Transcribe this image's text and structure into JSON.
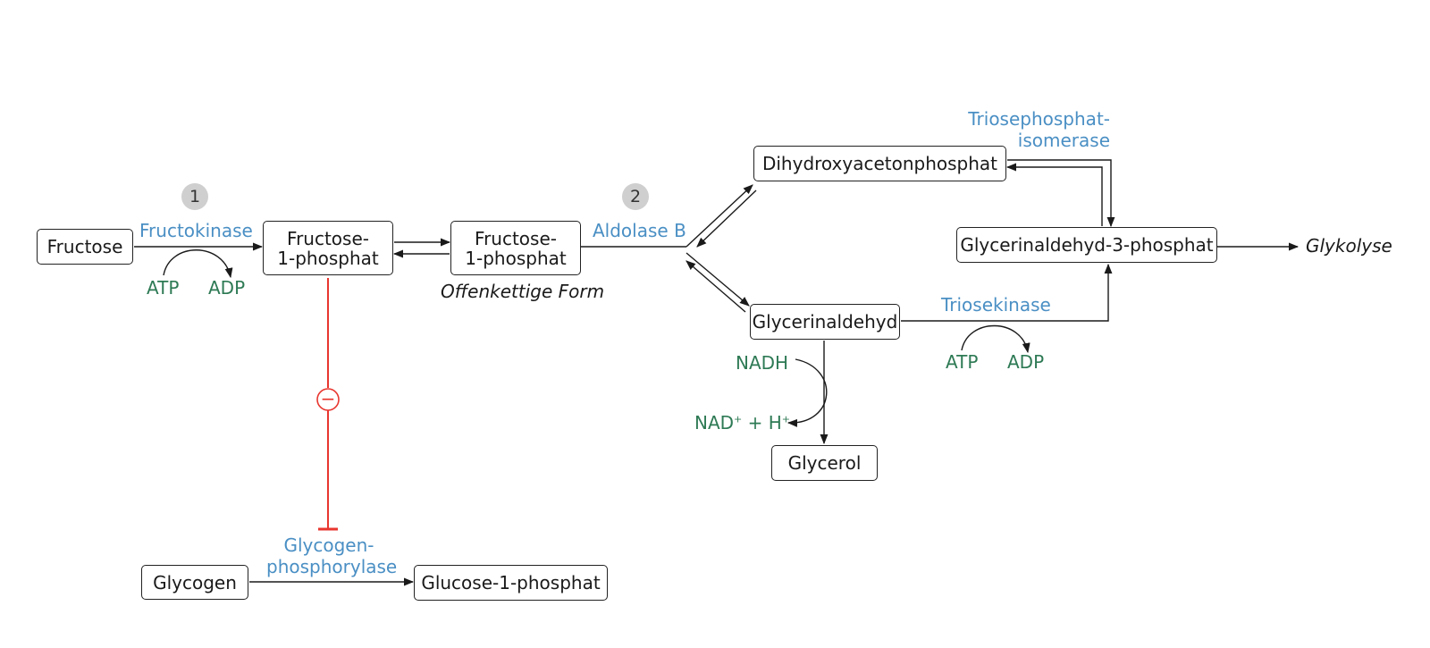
{
  "nodes": {
    "fructose": "Fructose",
    "f1p_line1": "Fructose-",
    "f1p_line2": "1-phosphat",
    "f1p_open_line1": "Fructose-",
    "f1p_open_line2": "1-phosphat",
    "open_form": "Offenkettige Form",
    "dhap": "Dihydroxyacetonphosphat",
    "gap": "Glycerinaldehyd-3-phosphat",
    "glyceraldehyde": "Glycerinaldehyd",
    "glycerol": "Glycerol",
    "glycogen": "Glycogen",
    "g1p": "Glucose-1-phosphat",
    "glycolysis": "Glykolyse"
  },
  "enzymes": {
    "fructokinase": "Fructokinase",
    "aldolase_b": "Aldolase B",
    "tpi_line1": "Triosephosphat-",
    "tpi_line2": "isomerase",
    "triosekinase": "Triosekinase",
    "gp_line1": "Glycogen-",
    "gp_line2": "phosphorylase"
  },
  "cofactors": {
    "atp_1": "ATP",
    "adp_1": "ADP",
    "atp_2": "ATP",
    "adp_2": "ADP",
    "nadh": "NADH",
    "nad_base": "NAD",
    "nad_plus": "+",
    "nad_rest": " + H",
    "h_plus": "+"
  },
  "steps": {
    "step1": "1",
    "step2": "2"
  },
  "inhibition": {
    "sign": "−"
  },
  "colors": {
    "enzyme": "#4a8fc4",
    "cofactor": "#2e7a55",
    "inhibition": "#e8362f",
    "line": "#1a1a1a",
    "badge": "#cfcfcf"
  }
}
